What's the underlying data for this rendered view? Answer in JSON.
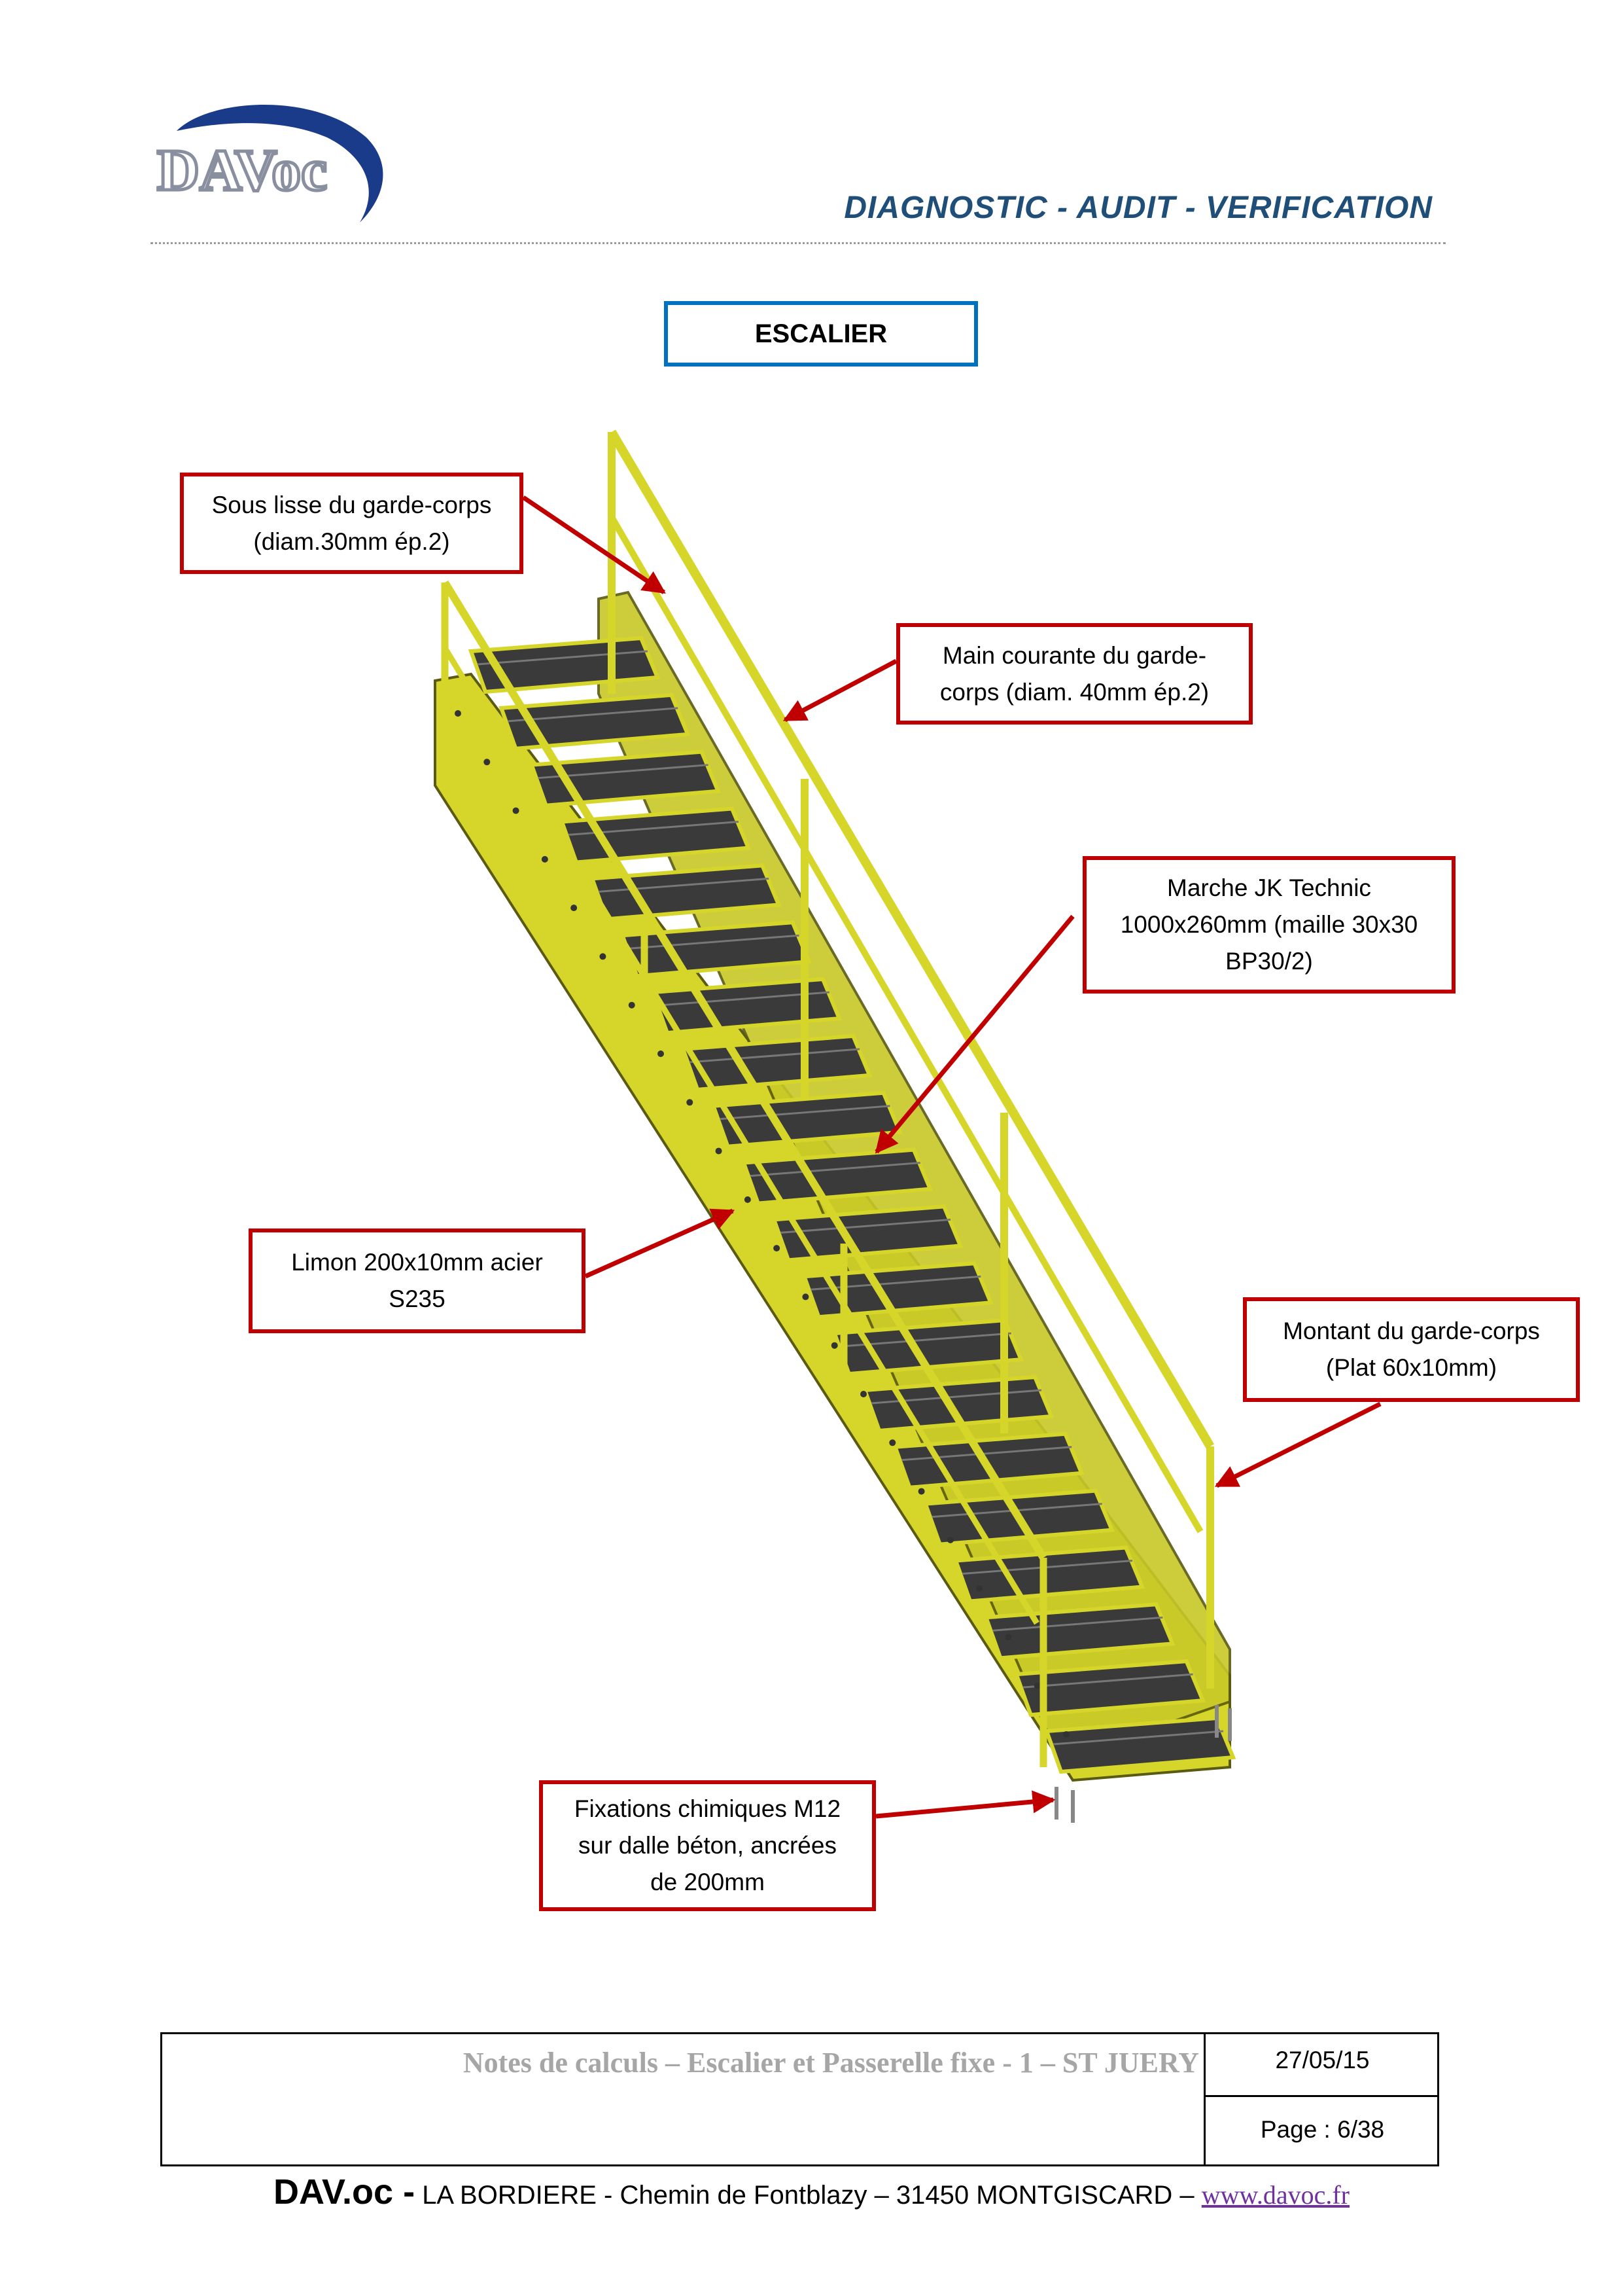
{
  "header": {
    "logo_text": "DAVoc",
    "tagline": "DIAGNOSTIC - AUDIT - VERIFICATION"
  },
  "title": "ESCALIER",
  "callouts": {
    "sous_lisse": [
      "Sous lisse du garde-corps",
      "(diam.30mm ép.2)"
    ],
    "main_courante": [
      "Main courante du garde-",
      "corps (diam. 40mm ép.2)"
    ],
    "marche": [
      "Marche JK Technic",
      "1000x260mm (maille 30x30",
      "BP30/2)"
    ],
    "limon": [
      "Limon 200x10mm acier",
      "S235"
    ],
    "montant": [
      "Montant du garde-corps",
      "(Plat 60x10mm)"
    ],
    "fixations": [
      "Fixations chimiques M12",
      "sur dalle béton, ancrées",
      "de 200mm"
    ]
  },
  "footer": {
    "document_title": "Notes de calculs – Escalier et Passerelle fixe - 1 – ST JUERY",
    "date": "27/05/15",
    "page": "Page : 6/38",
    "brand": "DAV.oc -",
    "address": "LA BORDIERE - Chemin de Fontblazy – 31450 MONTGISCARD –",
    "website": "www.davoc.fr"
  },
  "colors": {
    "callout_border": "#c00000",
    "arrow": "#c00000",
    "tagline": "#1f4e79",
    "title_border": "#0070c0",
    "logo_blue": "#1a3a8a",
    "steel_yellow": "#d6d62a",
    "tread_dark": "#3a3a3a",
    "link": "#7030a0"
  },
  "icons": [
    "davoc-logo",
    "staircase-drawing",
    "callout-arrow"
  ]
}
